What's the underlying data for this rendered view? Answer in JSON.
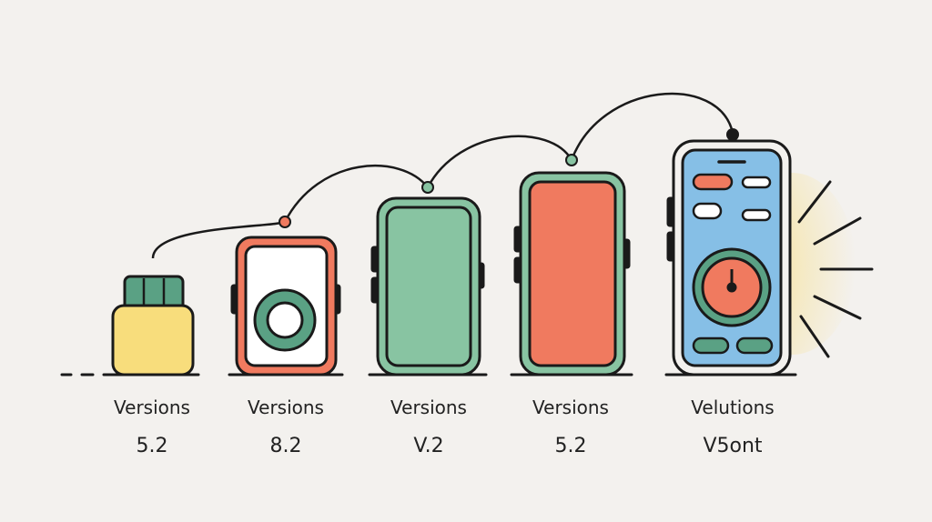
{
  "colors": {
    "background": "#f3f1ee",
    "ink": "#1a1a1a",
    "yellow": "#f8dd7c",
    "green": "#88c4a2",
    "green_dark": "#5aa184",
    "coral": "#f07a5f",
    "blue": "#86bfe6",
    "glow": "#f8dd7c"
  },
  "stages": [
    {
      "name": "Versions",
      "version": "5.2",
      "icon": "usb-dongle-icon"
    },
    {
      "name": "Versions",
      "version": "8.2",
      "icon": "music-player-icon"
    },
    {
      "name": "Versions",
      "version": "V.2",
      "icon": "phone-green-icon"
    },
    {
      "name": "Versions",
      "version": "5.2",
      "icon": "phone-coral-icon"
    },
    {
      "name": "Velutions",
      "version": "V5ont",
      "icon": "smartphone-app-icon"
    }
  ]
}
